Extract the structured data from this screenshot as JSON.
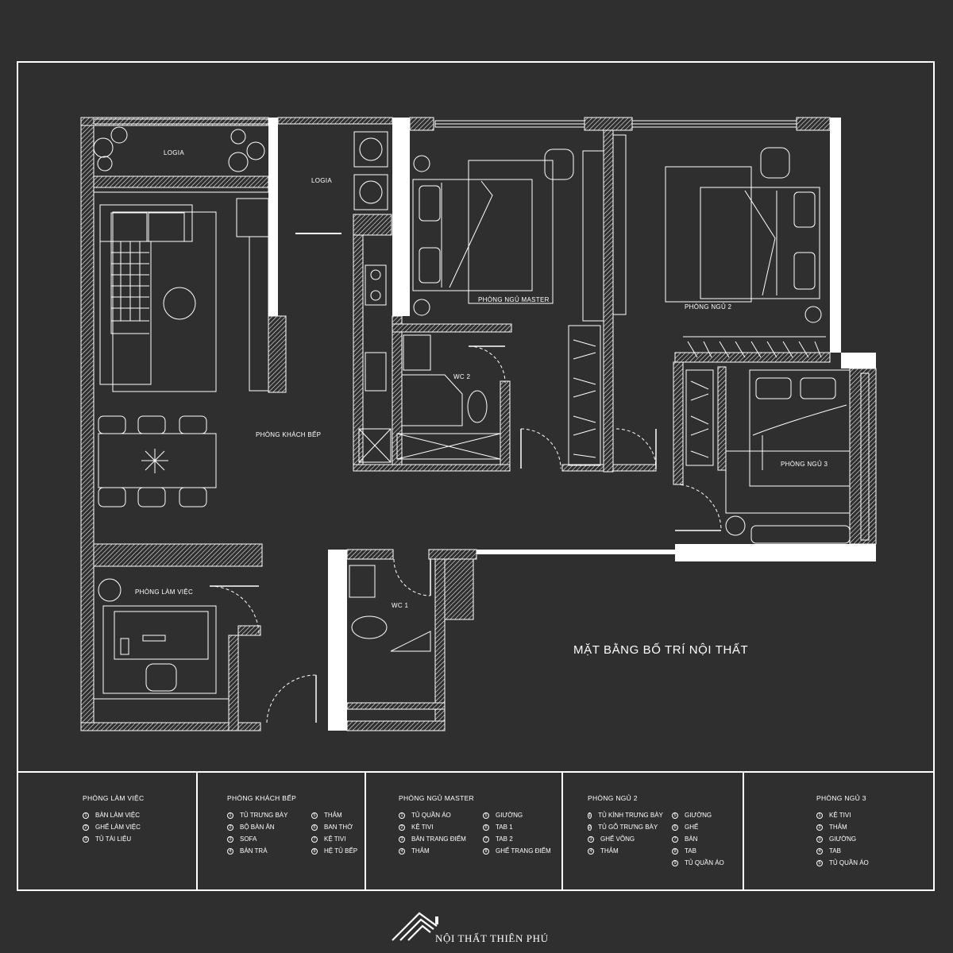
{
  "plan": {
    "title": "MẶT BẰNG BỐ TRÍ NỘI THẤT",
    "rooms": {
      "logia_1": "LOGIA",
      "logia_2": "LOGIA",
      "phong_khach_bep": "PHÒNG KHÁCH BẾP",
      "phong_ngu_master": "PHÒNG NGỦ MASTER",
      "phong_ngu_2": "PHÒNG NGỦ 2",
      "phong_ngu_3": "PHÒNG NGỦ 3",
      "wc_1": "WC 1",
      "wc_2": "WC 2",
      "phong_lam_viec": "PHÒNG LÀM VIỆC"
    },
    "colors": {
      "background": "#2f2f2f",
      "line": "#ffffff"
    }
  },
  "legend": [
    {
      "title": "PHÒNG LÀM VIỆC",
      "items": [
        {
          "n": "1",
          "label": "BÀN LÀM VIỆC"
        },
        {
          "n": "2",
          "label": "GHẾ LÀM VIỆC"
        },
        {
          "n": "3",
          "label": "TỦ TÀI LIỆU"
        }
      ]
    },
    {
      "title": "PHÒNG KHÁCH BẾP",
      "items_left": [
        {
          "n": "1",
          "label": "TỦ TRƯNG BÀY"
        },
        {
          "n": "2",
          "label": "BỘ BÀN ĂN"
        },
        {
          "n": "3",
          "label": "SOFA"
        },
        {
          "n": "4",
          "label": "BÀN TRÀ"
        }
      ],
      "items_right": [
        {
          "n": "5",
          "label": "THẢM"
        },
        {
          "n": "6",
          "label": "BAN THỜ"
        },
        {
          "n": "7",
          "label": "KỆ TIVI"
        },
        {
          "n": "8",
          "label": "HỆ TỦ BẾP"
        }
      ]
    },
    {
      "title": "PHÒNG NGỦ MASTER",
      "items_left": [
        {
          "n": "1",
          "label": "TỦ QUẦN ÁO"
        },
        {
          "n": "2",
          "label": "KỆ TIVI"
        },
        {
          "n": "3",
          "label": "BÀN TRANG ĐIỂM"
        },
        {
          "n": "4",
          "label": "THẢM"
        }
      ],
      "items_right": [
        {
          "n": "5",
          "label": "GIƯỜNG"
        },
        {
          "n": "6",
          "label": "TAB 1"
        },
        {
          "n": "7",
          "label": "TAB 2"
        },
        {
          "n": "8",
          "label": "GHẾ TRANG ĐIỂM"
        }
      ]
    },
    {
      "title": "PHÒNG NGỦ 2",
      "items_left": [
        {
          "n": "1",
          "label": "TỦ KÍNH TRƯNG BÀY"
        },
        {
          "n": "2",
          "label": "TỦ GỖ TRƯNG BÀY"
        },
        {
          "n": "3",
          "label": "GHẾ VÕNG"
        },
        {
          "n": "4",
          "label": "THẢM"
        }
      ],
      "items_right": [
        {
          "n": "5",
          "label": "GIƯỜNG"
        },
        {
          "n": "6",
          "label": "GHẾ"
        },
        {
          "n": "7",
          "label": "BÀN"
        },
        {
          "n": "8",
          "label": "TAB"
        },
        {
          "n": "9",
          "label": "TỦ QUẦN ÁO"
        }
      ]
    },
    {
      "title": "PHÒNG NGỦ 3",
      "items": [
        {
          "n": "1",
          "label": "KỆ TIVI"
        },
        {
          "n": "2",
          "label": "THẢM"
        },
        {
          "n": "3",
          "label": "GIƯỜNG"
        },
        {
          "n": "4",
          "label": "TAB"
        },
        {
          "n": "5",
          "label": "TỦ QUẦN ÁO"
        }
      ]
    }
  ],
  "brand": {
    "name": "NỘI THẤT THIÊN PHÚ",
    "logo_icon": "house-roof-logo-icon"
  }
}
